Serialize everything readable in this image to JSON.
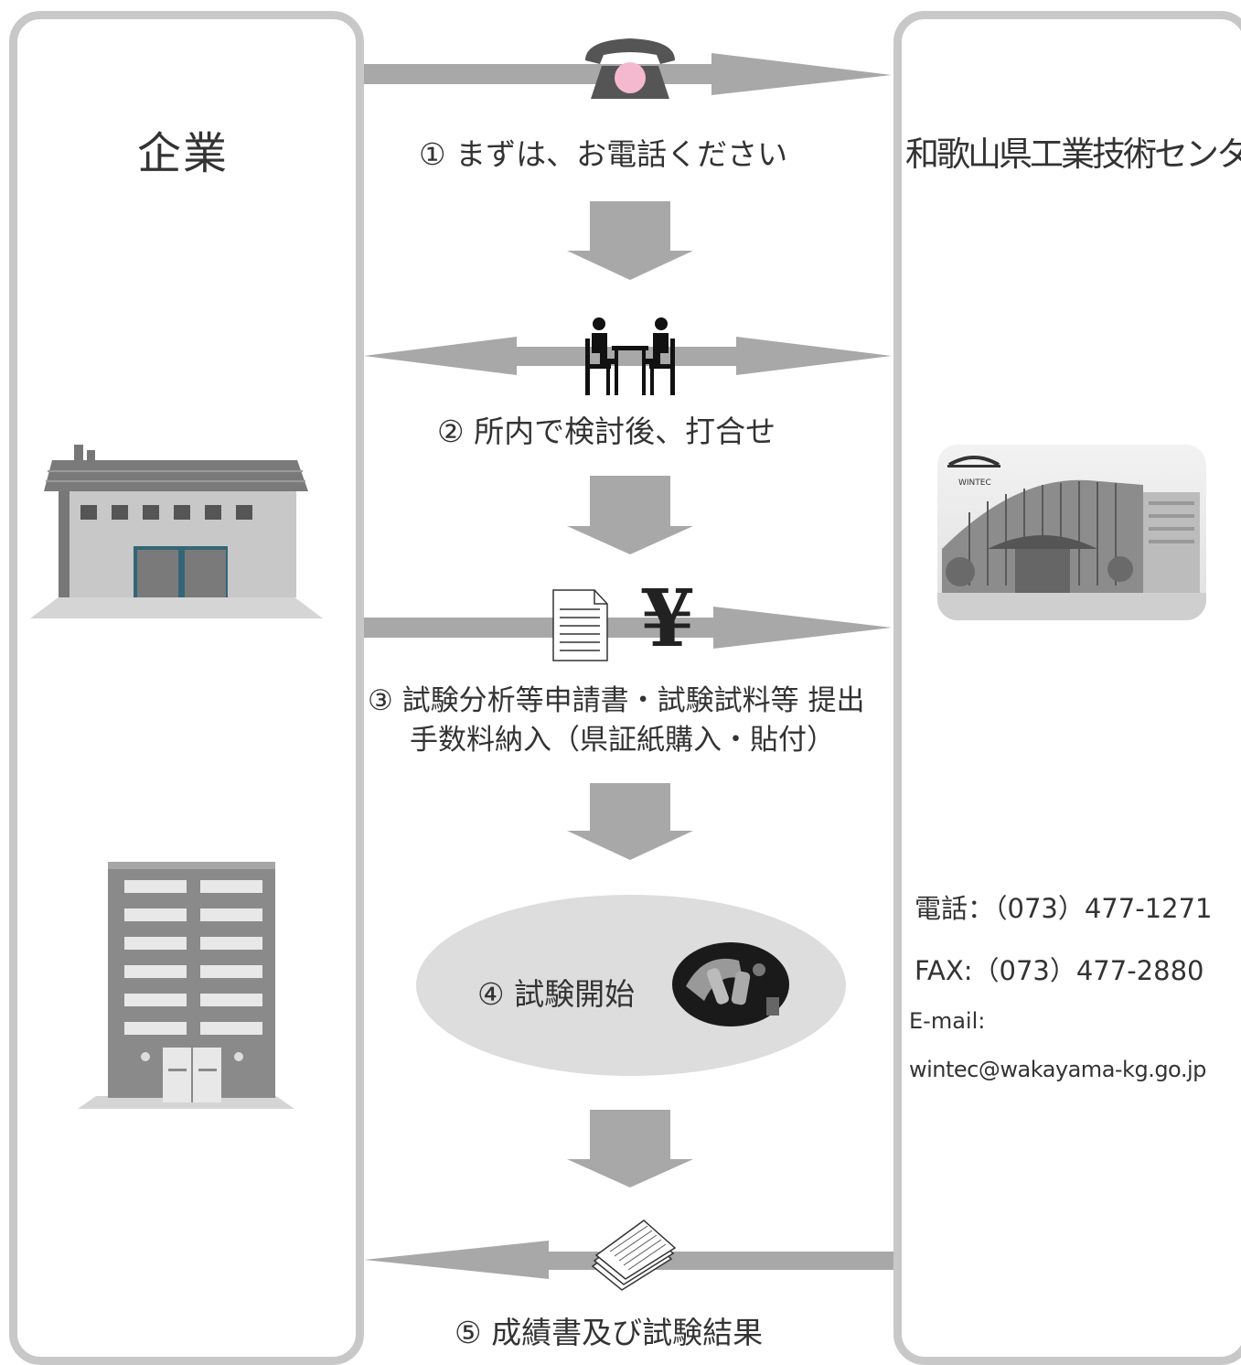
{
  "left_panel": {
    "title": "企業"
  },
  "right_panel": {
    "title": "和歌山県工業技術センター",
    "building_sign": "WINTEC",
    "contact": {
      "tel": "電話：（073）477-1271",
      "fax": "FAX:（073）477-2880",
      "email_label": "E-mail:",
      "email": "wintec@wakayama-kg.go.jp"
    }
  },
  "steps": {
    "step1": "① まずは、お電話ください",
    "step2": "② 所内で検討後、打合せ",
    "step3_line1": "③ 試験分析等申請書・試験試料等 提出",
    "step3_line2": "手数料納入（県証紙購入・貼付）",
    "step4": "④ 試験開始",
    "step5": "⑤ 成績書及び試験結果"
  },
  "icons": {
    "phone": "telephone-icon",
    "meeting": "meeting-people-icon",
    "document": "document-icon",
    "yen": "¥",
    "microscope": "microscope-icon",
    "report": "report-papers-icon"
  },
  "colors": {
    "panel_border": "#c8c8c8",
    "arrow": "#a8a8a8",
    "oval": "#dddddd",
    "text": "#333333"
  }
}
